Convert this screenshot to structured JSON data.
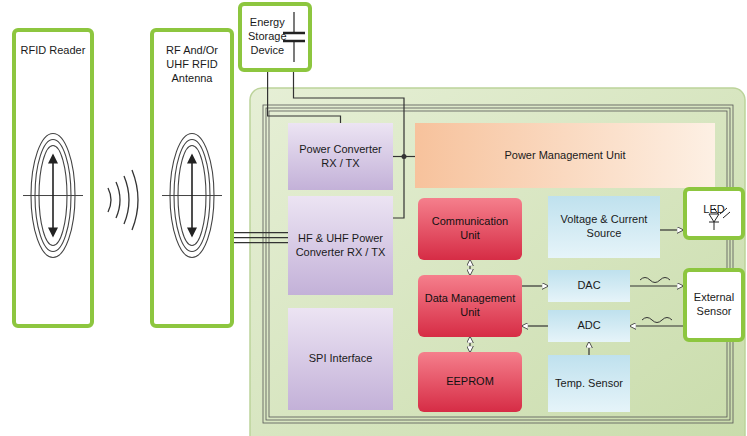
{
  "diagram": {
    "nodes": [
      {
        "text": [
          "RFID Reader"
        ]
      },
      {
        "text": [
          "RF And/Or UHF RFID Antenna"
        ]
      },
      {
        "text": [
          "Energy Storage Device"
        ]
      },
      {
        "text": [
          "Power Converter RX / TX"
        ]
      },
      {
        "text": [
          "Power Management Unit"
        ]
      },
      {
        "text": [
          "HF & UHF Power Converter RX / TX"
        ]
      },
      {
        "text": [
          "Communication Unit"
        ]
      },
      {
        "text": [
          "Voltage & Current Source"
        ]
      },
      {
        "text": [
          "LED"
        ]
      },
      {
        "text": [
          "Data Management Unit"
        ]
      },
      {
        "text": [
          "DAC"
        ]
      },
      {
        "text": [
          "External Sensor"
        ]
      },
      {
        "text": [
          "ADC"
        ]
      },
      {
        "text": [
          "SPI Interface"
        ]
      },
      {
        "text": [
          "EEPROM"
        ]
      },
      {
        "text": [
          "Temp. Sensor"
        ]
      }
    ],
    "edges": [
      {
        "from": 1,
        "to": 5,
        "arrow": "none"
      },
      {
        "from": 2,
        "to": 3,
        "arrow": "none"
      },
      {
        "from": 2,
        "to": 5,
        "arrow": "none"
      },
      {
        "from": 3,
        "to": 4,
        "arrow": "none"
      },
      {
        "from": 6,
        "to": 9,
        "arrow": "both"
      },
      {
        "from": 9,
        "to": 14,
        "arrow": "both"
      },
      {
        "from": 9,
        "to": 10,
        "arrow": "to"
      },
      {
        "from": 12,
        "to": 9,
        "arrow": "to"
      },
      {
        "from": 7,
        "to": 8,
        "arrow": "to"
      },
      {
        "from": 10,
        "to": 11,
        "arrow": "to"
      },
      {
        "from": 11,
        "to": 12,
        "arrow": "to"
      },
      {
        "from": 15,
        "to": 12,
        "arrow": "to"
      }
    ]
  }
}
